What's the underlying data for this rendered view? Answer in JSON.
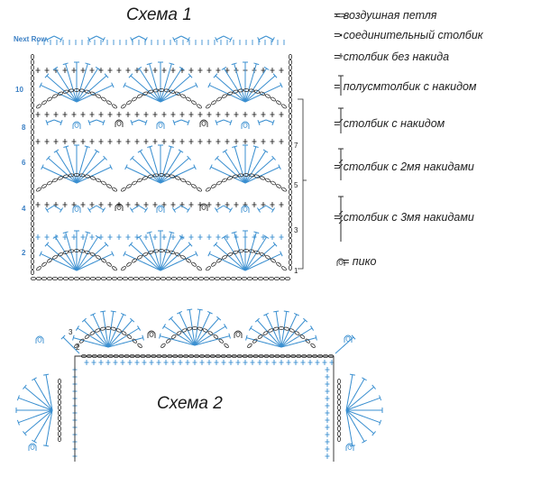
{
  "diagram1": {
    "title": "Схема 1",
    "next_row_label": "Next Row",
    "row_numbers_left": [
      "10",
      "8",
      "6",
      "4",
      "2"
    ],
    "row_numbers_right": [
      "7",
      "5",
      "3",
      "1"
    ]
  },
  "diagram2": {
    "title": "Схема 2",
    "corner_numbers": [
      "3",
      "2"
    ]
  },
  "legend": [
    {
      "symbol": "chain-stitch-icon",
      "text": "= воздушная петля"
    },
    {
      "symbol": "slip-stitch-icon",
      "text": "= соединительный столбик"
    },
    {
      "symbol": "single-crochet-icon",
      "text": "= столбик без накида"
    },
    {
      "symbol": "half-double-crochet-icon",
      "text": "= полусмтолбик с накидом"
    },
    {
      "symbol": "double-crochet-icon",
      "text": "= столбик с накидом"
    },
    {
      "symbol": "treble-crochet-icon",
      "text": "= столбик с 2мя накидами"
    },
    {
      "symbol": "double-treble-crochet-icon",
      "text": "= столбик с 3мя накидами"
    },
    {
      "symbol": "picot-icon",
      "text": "= пико"
    }
  ],
  "colors": {
    "blue": "#3a8fd0",
    "dark": "#2a2a2a",
    "grey": "#888888"
  }
}
